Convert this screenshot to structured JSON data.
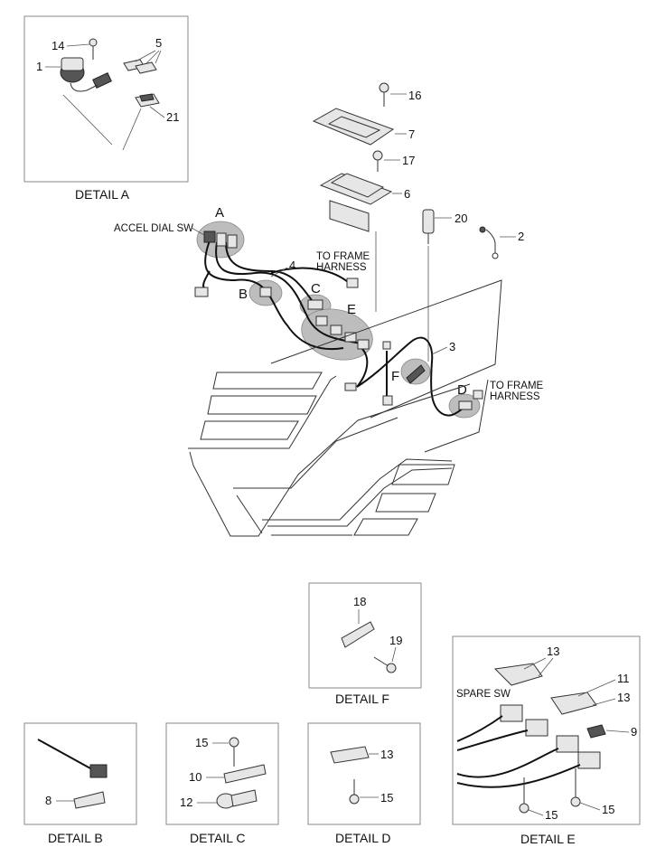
{
  "detail_titles": {
    "a": "DETAIL A",
    "b": "DETAIL B",
    "c": "DETAIL C",
    "d": "DETAIL D",
    "e": "DETAIL E",
    "f": "DETAIL F"
  },
  "notes": {
    "accel_dial_sw": "ACCEL DIAL SW",
    "frame_harness_1": "TO FRAME",
    "frame_harness_2": "HARNESS",
    "frame_harness_3": "TO FRAME",
    "frame_harness_4": "HARNESS",
    "spare_sw": "SPARE SW"
  },
  "detail_letters": {
    "a": "A",
    "b": "B",
    "c": "C",
    "d": "D",
    "e": "E",
    "f": "F"
  },
  "callouts": {
    "main": [
      "16",
      "7",
      "17",
      "6",
      "20",
      "2",
      "4",
      "3"
    ],
    "detail_a": [
      "14",
      "1",
      "5",
      "21"
    ],
    "detail_b": [
      "8"
    ],
    "detail_c": [
      "15",
      "10",
      "12"
    ],
    "detail_d": [
      "13",
      "15"
    ],
    "detail_e": [
      "13",
      "11",
      "13",
      "9",
      "15",
      "15"
    ],
    "detail_f": [
      "18",
      "19"
    ]
  }
}
